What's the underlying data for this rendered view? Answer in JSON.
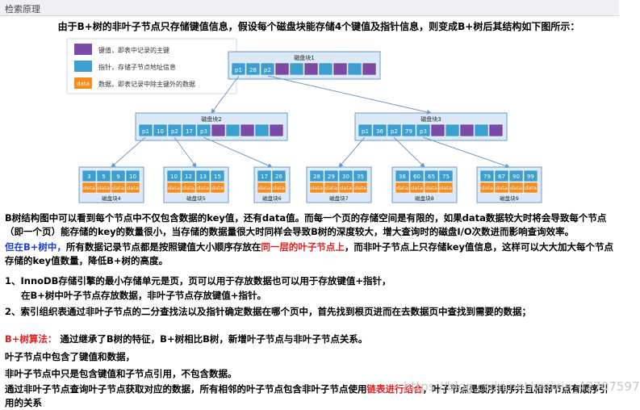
{
  "header": {
    "title": "检索原理"
  },
  "intro": "由于B+树的非叶子节点只存储键值信息，假设每个磁盘块能存储4个键值及指针信息，则变成B+树后其结构如下图所示：",
  "legend": {
    "items": [
      {
        "label": "键值，即表中记录的主键",
        "color": "#7b4aa6"
      },
      {
        "label": "指针，存储子节点地址信息",
        "color": "#3d9fd0"
      },
      {
        "label": "数据，即表记录中除主键外的数据",
        "color": "#f58c1e",
        "tag": "data"
      }
    ]
  },
  "colors": {
    "key": "#7b4aa6",
    "pointer": "#3d9fd0",
    "data": "#f58c1e",
    "node_bg": "#dbe8f5",
    "node_border": "#6d9bc9",
    "arrow": "#6d9bc9"
  },
  "tree": {
    "root": {
      "label": "磁盘块1",
      "cells": [
        "p1",
        "28",
        "p2"
      ]
    },
    "inner": [
      {
        "label": "磁盘块2",
        "cells": [
          "p1",
          "10",
          "p2",
          "17",
          "p3"
        ]
      },
      {
        "label": "磁盘块3",
        "cells": [
          "p1",
          "36",
          "p2",
          "79",
          "p3"
        ]
      }
    ],
    "leaves": [
      {
        "label": "磁盘块4",
        "keys": [
          "3",
          "5",
          "9",
          "10"
        ]
      },
      {
        "label": "磁盘块5",
        "keys": [
          "10",
          "12",
          "13",
          "15"
        ]
      },
      {
        "label": "磁盘块6",
        "keys": [
          "17",
          "26"
        ]
      },
      {
        "label": "磁盘块7",
        "keys": [
          "28",
          "29",
          "30",
          "35"
        ]
      },
      {
        "label": "磁盘块8",
        "keys": [
          "36",
          "60",
          "65",
          "75"
        ]
      },
      {
        "label": "磁盘块9",
        "keys": [
          "79",
          "87",
          "90",
          "99"
        ]
      }
    ],
    "data_label": "data"
  },
  "paragraphs": {
    "p1": "B树结构图中可以看到每个节点中不仅包含数据的key值，还有data值。而每一个页的存储空间是有限的，如果data数据较大时将会导致每个节点（即一个页）能存储的key的数量很小，当存储的数据量很大时同样会导致B树的深度较大，增大查询时的磁盘I/O次数进而影响查询效率。",
    "p2_a": "但在B+树中，",
    "p2_b": "所有数据记录节点都是按照键值大小顺序存放在",
    "p2_c": "同一层的叶子节点上",
    "p2_d": "，而非叶子节点上只存储key值信息，这样可以大大加大每个节点存储的key值数量，降低B+树的高度。",
    "p3": "1、InnoDB存储引擎的最小存储单元是页，页可以用于存放数据也可以用于存放键值+指针，",
    "p4": "在B+树中叶子节点存放数据，非叶子节点存放键值+指针。",
    "p5": "2、索引组织表通过非叶子节点的二分查找法以及指针确定数据在哪个页中，首先找到根页进而在去数据页中查找到需要的数据；",
    "p6_a": "B+树算法：",
    "p6_b": "通过继承了B树的特征，B+树相比B树，新增叶子节点与非叶子节点关系。",
    "p7": "叶子节点中包含了键值和数据，",
    "p8": "非叶子节点中只是包含键值和子节点引用，不包含数据。",
    "p9_a": "通过非叶子节点查询叶子节点获取对应的数据，所有相邻的叶子节点包含非叶子节点使用",
    "p9_b": "链表进行结合",
    "p9_c": "，叶子节点是顺序排序并且相邻节点有顺序引用的关系",
    "watermark": "https://blog.csdn.net/weixin_42707597"
  }
}
